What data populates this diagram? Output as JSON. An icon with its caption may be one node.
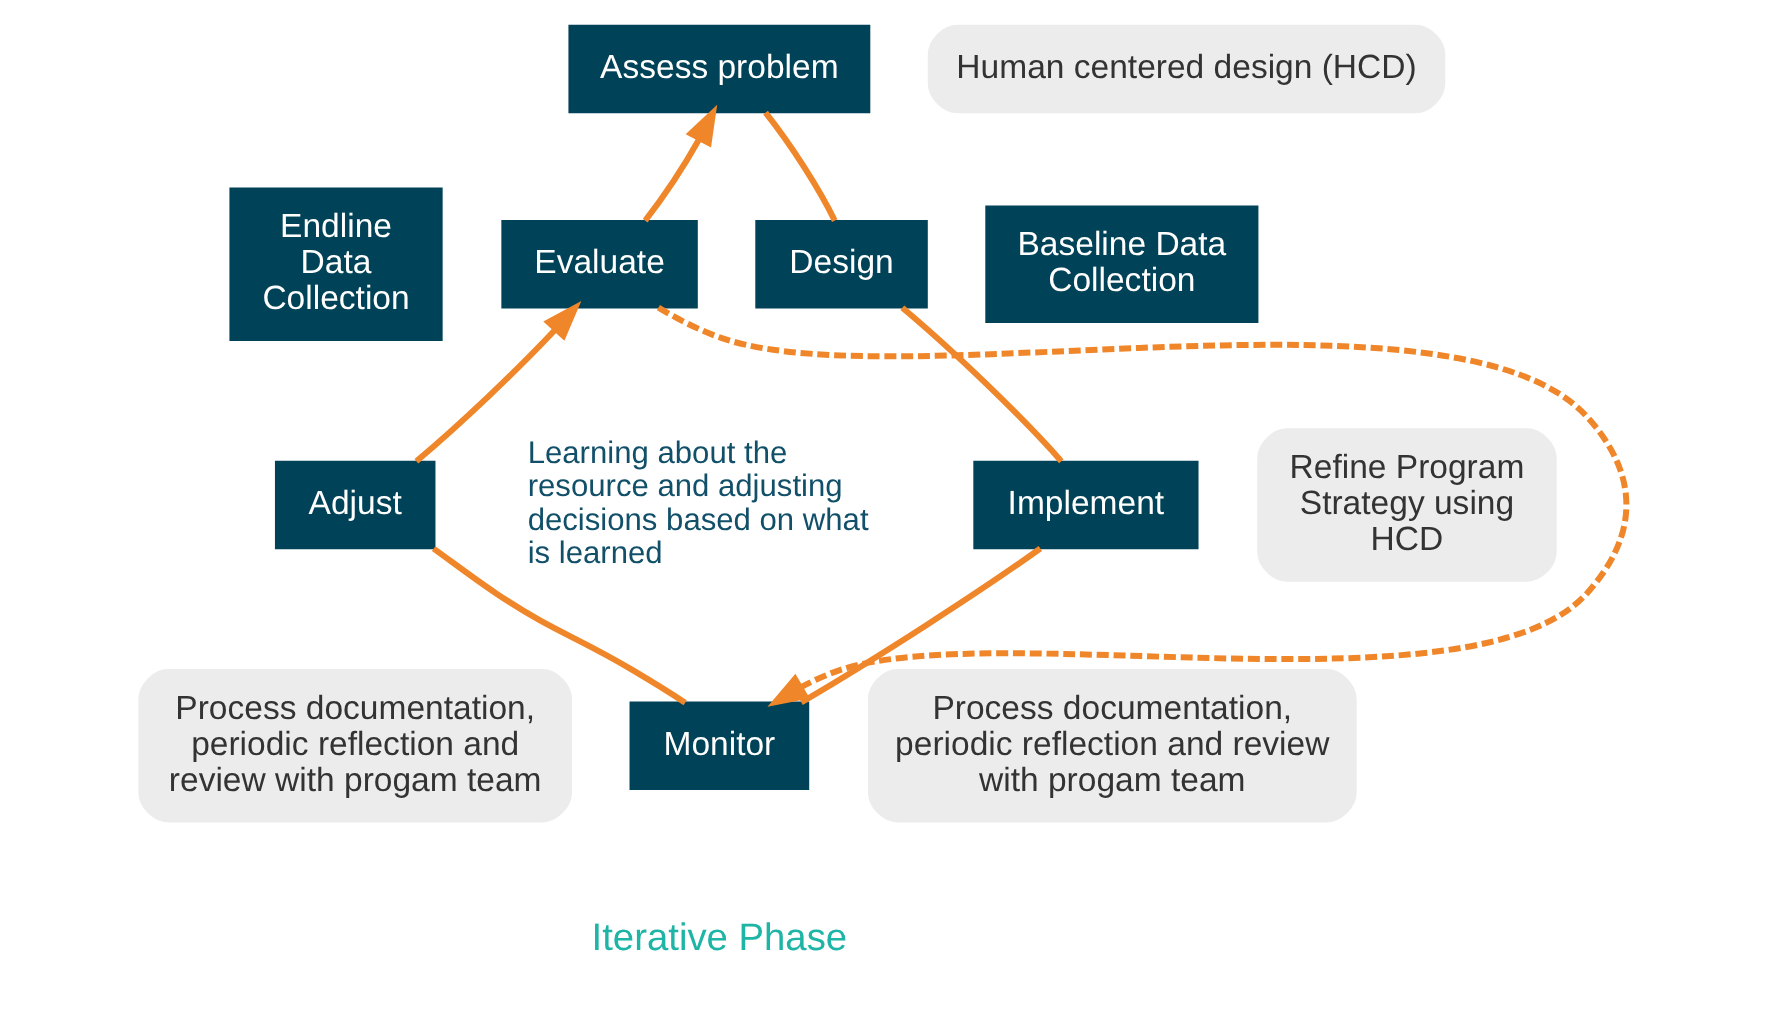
{
  "diagram": {
    "nodes": [
      {
        "text": [
          "Assess problem"
        ]
      },
      {
        "text": [
          "Human centered design (HCD)"
        ]
      },
      {
        "text": [
          "Endline Data Collection"
        ]
      },
      {
        "text": [
          "Evaluate"
        ]
      },
      {
        "text": [
          "Design"
        ]
      },
      {
        "text": [
          "Baseline Data Collection"
        ]
      },
      {
        "text": [
          "Refine Program Strategy using HCD"
        ]
      },
      {
        "text": [
          "Adjust"
        ]
      },
      {
        "text": [
          "Implement"
        ]
      },
      {
        "text": [
          "Process documentation, periodic reflection and review with progam team"
        ]
      },
      {
        "text": [
          "Monitor"
        ]
      },
      {
        "text": [
          "Process documentation, periodic reflection and review with progam team"
        ]
      }
    ],
    "edges": [
      {
        "from": 3,
        "to": 0,
        "arrow": "to"
      },
      {
        "from": 0,
        "to": 4,
        "arrow": "none"
      },
      {
        "from": 4,
        "to": 8,
        "arrow": "none"
      },
      {
        "from": 8,
        "to": 10,
        "arrow": "none"
      },
      {
        "from": 10,
        "to": 7,
        "arrow": "none"
      },
      {
        "from": 7,
        "to": 3,
        "arrow": "to"
      },
      {
        "from": 3,
        "to": 10,
        "arrow": "to",
        "style": "dashed"
      }
    ],
    "labels": [
      "Learning about the resource and adjusting decisions based on what is learned",
      "Iterative Phase"
    ]
  }
}
